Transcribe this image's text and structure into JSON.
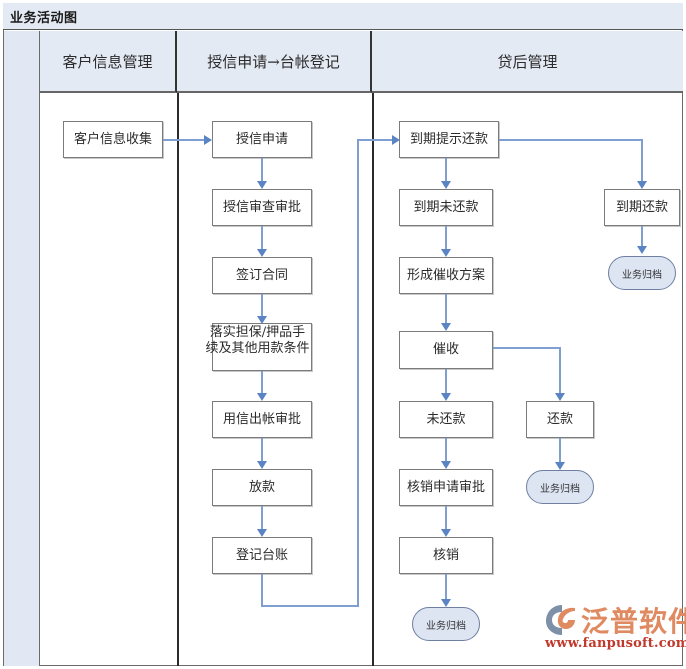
{
  "title": "业务活动图",
  "columns": [
    {
      "label": "客户信息管理"
    },
    {
      "label": "授信申请→台帐登记"
    },
    {
      "label": "贷后管理"
    }
  ],
  "nodes": {
    "customer_collect": "客户信息收集",
    "credit_apply": "授信申请",
    "credit_review": "授信审查审批",
    "sign_contract": "签订合同",
    "guarantee": "落实担保/押品手续及其他用款条件",
    "loan_approval": "用信出帐审批",
    "disburse": "放款",
    "register_ledger": "登记台账",
    "due_remind": "到期提示还款",
    "due_unpaid": "到期未还款",
    "collection_plan": "形成催收方案",
    "collection": "催收",
    "unpaid": "未还款",
    "repaid": "还款",
    "writeoff_approval": "核销申请审批",
    "writeoff": "核销",
    "due_repaid": "到期还款",
    "archive_1": "业务归档",
    "archive_2": "业务归档",
    "archive_3": "业务归档"
  },
  "logo": {
    "brand": "泛普软件",
    "url": "www.fanpusoft.com"
  },
  "colors": {
    "header_bg": "#e4eaf4",
    "rail_bg": "#e1e8f3",
    "connector": "#7f9fd0",
    "arrow": "#5b84c4",
    "terminator_bg": "#dde5f3",
    "brand_orange": "#e08a62",
    "brand_red": "#c0392b"
  }
}
